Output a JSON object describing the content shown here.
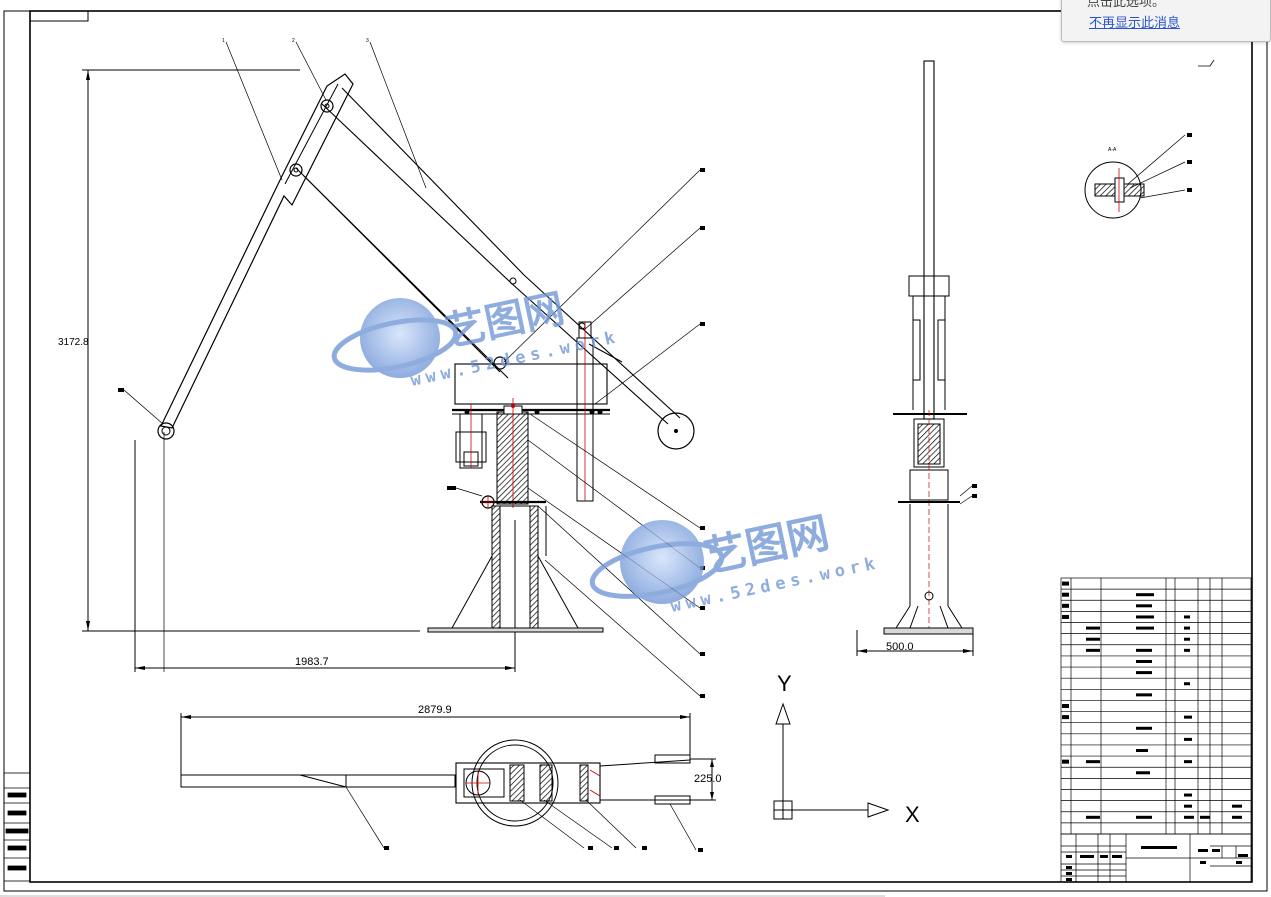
{
  "notification": {
    "partial_text": "点击此选项。",
    "link_label": "不再显示此消息"
  },
  "dimensions": {
    "height_main": "3172.8",
    "reach_main": "1983.7",
    "reach_top": "2879.9",
    "width_top": "225.0",
    "base_width": "500.0"
  },
  "section_label": "A-A",
  "axes": {
    "y": "Y",
    "x": "X"
  },
  "watermark": {
    "brand": "艺图网",
    "url": "www.52des.work"
  },
  "balloons": {
    "b1": "1",
    "b2": "2",
    "b3": "3"
  },
  "colors": {
    "line": "#000000",
    "accent": "#cc0000",
    "watermark": "#6f95d6"
  }
}
